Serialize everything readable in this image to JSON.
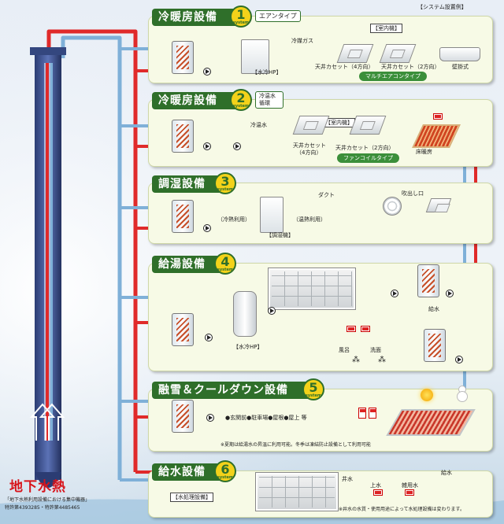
{
  "header": {
    "system_example": "【システム設置例】"
  },
  "systems": [
    {
      "id": "s1",
      "title": "冷暖房設備",
      "number": "1",
      "badge_sub": "system",
      "subtitle": "エアンタイプ"
    },
    {
      "id": "s2",
      "title": "冷暖房設備",
      "number": "2",
      "badge_sub": "system",
      "subtitle": "冷温水循環"
    },
    {
      "id": "s3",
      "title": "調湿設備",
      "number": "3",
      "badge_sub": "system",
      "subtitle": ""
    },
    {
      "id": "s4",
      "title": "給湯設備",
      "number": "4",
      "badge_sub": "system",
      "subtitle": ""
    },
    {
      "id": "s5",
      "title": "融雪＆クールダウン設備",
      "number": "5",
      "badge_sub": "system",
      "subtitle": ""
    },
    {
      "id": "s6",
      "title": "給水設備",
      "number": "6",
      "badge_sub": "system",
      "subtitle": ""
    }
  ],
  "s1": {
    "indoor_unit": "【室内機】",
    "refrigerant_gas": "冷媒ガス",
    "ceiling_4way": "天井カセット（4方向）",
    "ceiling_2way": "天井カセット（2方向）",
    "wall_mounted": "壁掛式",
    "hp_label": "【水冷HP】",
    "multi_aircon": "マルチエアコンタイプ"
  },
  "s2": {
    "cold_hot_water": "冷温水",
    "indoor_unit": "【室内機】",
    "ceiling_4way_a": "天井カセット",
    "ceiling_4way_b": "（4方向）",
    "ceiling_2way": "天井カセット（2方向）",
    "floor_heating": "床暖房",
    "fan_coil": "ファンコイルタイプ"
  },
  "s3": {
    "duct": "ダクト",
    "outlet": "吹出し口",
    "cooling_use": "（冷熱利用）",
    "warm_use": "（温熱利用）",
    "humidity_unit": "【調湿機】"
  },
  "s4": {
    "supply_water": "給水",
    "hp_label": "【水冷HP】",
    "bath": "風呂",
    "washroom": "洗面"
  },
  "s5": {
    "targets": "●玄関前●駐車場●屋根●屋上 等",
    "note": "※夏期は給湯水の昇温に利用可能。冬季は凍結防止設備として利用可能"
  },
  "s6": {
    "well_water": "井水",
    "supply_water": "給水",
    "drinking_water": "上水",
    "misc_water": "雑用水",
    "treatment": "【水処理設備】",
    "note": "※井水の水質・使用用途によって水処理設備は変わります。"
  },
  "left": {
    "main_title": "地下水熱",
    "foot1": "「地下水熱利用設備における集中機器」",
    "foot2": "特許第4393285・特許第4485465"
  },
  "colors": {
    "hot": "#e02a2a",
    "cold": "#7fb0d8",
    "title_bg": "#2f6f2a",
    "badge": "#f3d21a"
  }
}
